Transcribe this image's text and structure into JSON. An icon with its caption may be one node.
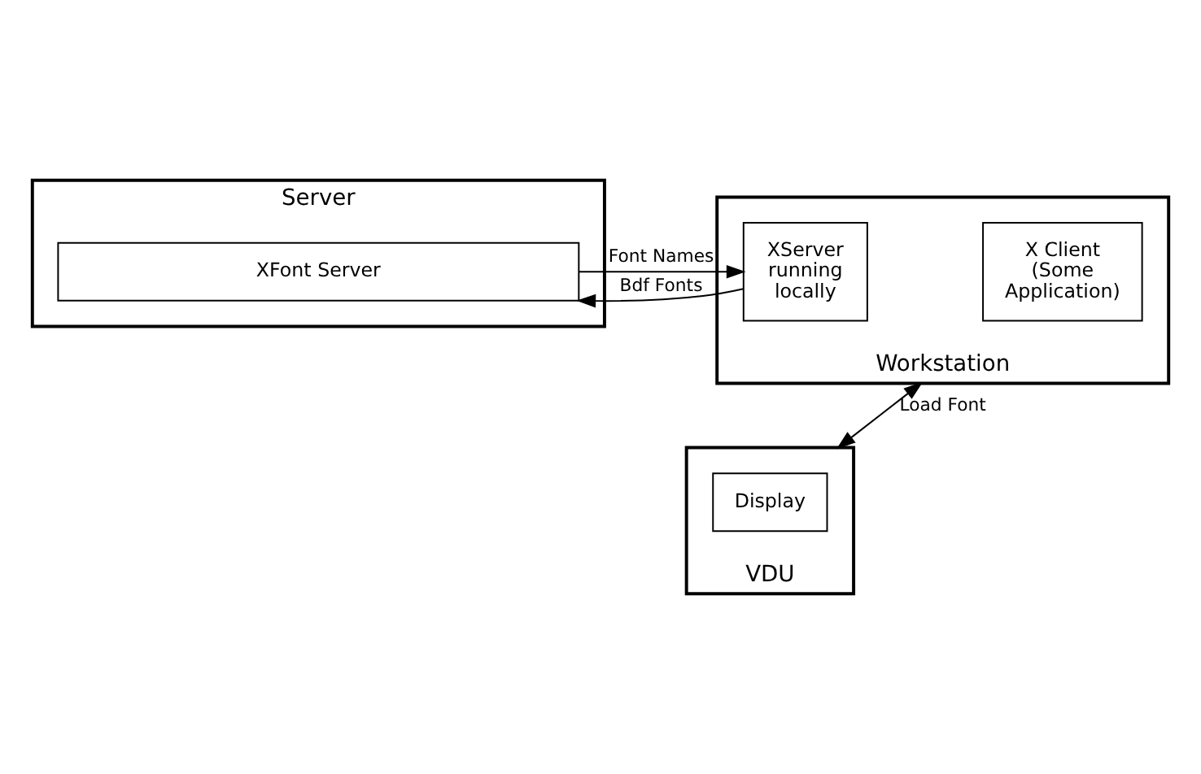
{
  "diagram": {
    "nodes": [
      {
        "text": [
          "Server"
        ]
      },
      {
        "text": [
          "XFont Server"
        ],
        "in": 0
      },
      {
        "text": [
          "Workstation"
        ]
      },
      {
        "text": [
          "XServer running locally"
        ],
        "in": 2
      },
      {
        "text": [
          "X Client (Some Application)"
        ],
        "in": 2
      },
      {
        "text": [
          "VDU"
        ]
      },
      {
        "text": [
          "Display"
        ],
        "in": 5
      }
    ],
    "edges": [
      {
        "from": 1,
        "to": 3,
        "arrow": "to",
        "label": "Font Names"
      },
      {
        "from": 3,
        "to": 1,
        "arrow": "to",
        "label": "Bdf Fonts"
      },
      {
        "from": 2,
        "to": 5,
        "arrow": "both",
        "label": "Load Font"
      }
    ]
  }
}
